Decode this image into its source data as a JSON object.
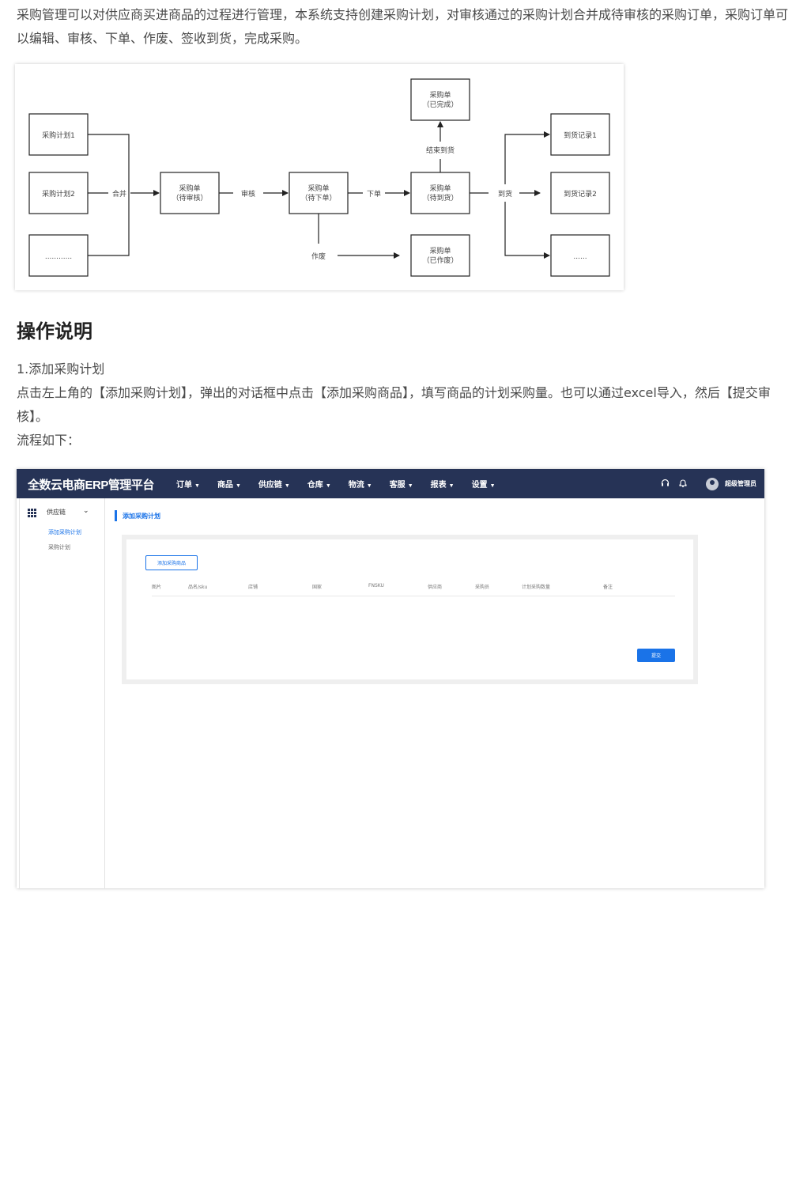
{
  "intro": "采购管理可以对供应商买进商品的过程进行管理，本系统支持创建采购计划，对审核通过的采购计划合并成待审核的采购订单，采购订单可以编辑、审核、下单、作废、签收到货，完成采购。",
  "flow": {
    "plan1": "采购计划1",
    "plan2": "采购计划2",
    "plan_more": "............",
    "merge": "合并",
    "pending_review_1": "采购单",
    "pending_review_2": "（待审核）",
    "review": "审核",
    "pending_order_1": "采购单",
    "pending_order_2": "（待下单）",
    "order": "下单",
    "void": "作废",
    "pending_arrival_1": "采购单",
    "pending_arrival_2": "（待到货）",
    "finish_arrival": "结束到货",
    "completed_1": "采购单",
    "completed_2": "（已完成）",
    "voided_1": "采购单",
    "voided_2": "（已作废）",
    "arrival": "到货",
    "record1": "到货记录1",
    "record2": "到货记录2",
    "record_more": "......"
  },
  "section_title": "操作说明",
  "step1_title": "1.添加采购计划",
  "step1_desc": " 点击左上角的【添加采购计划】，弹出的对话框中点击【添加采购商品】，填写商品的计划采购量。也可以通过excel导入，然后【提交审核】。",
  "flow_label": "流程如下：",
  "app": {
    "brand": "全数云电商ERP管理平台",
    "nav": [
      "订单",
      "商品",
      "供应链",
      "仓库",
      "物流",
      "客服",
      "报表",
      "设置"
    ],
    "user": "超级管理员",
    "sidebar": {
      "title": "供应链",
      "items": [
        "添加采购计划",
        "采购计划"
      ]
    },
    "breadcrumb": "添加采购计划",
    "add_goods_button": "添加采购商品",
    "columns": [
      "图片",
      "品名/sku",
      "店铺",
      "国家",
      "FNSKU",
      "供应商",
      "采购员",
      "计划采购数量",
      "备注"
    ],
    "submit_button": "提交"
  }
}
